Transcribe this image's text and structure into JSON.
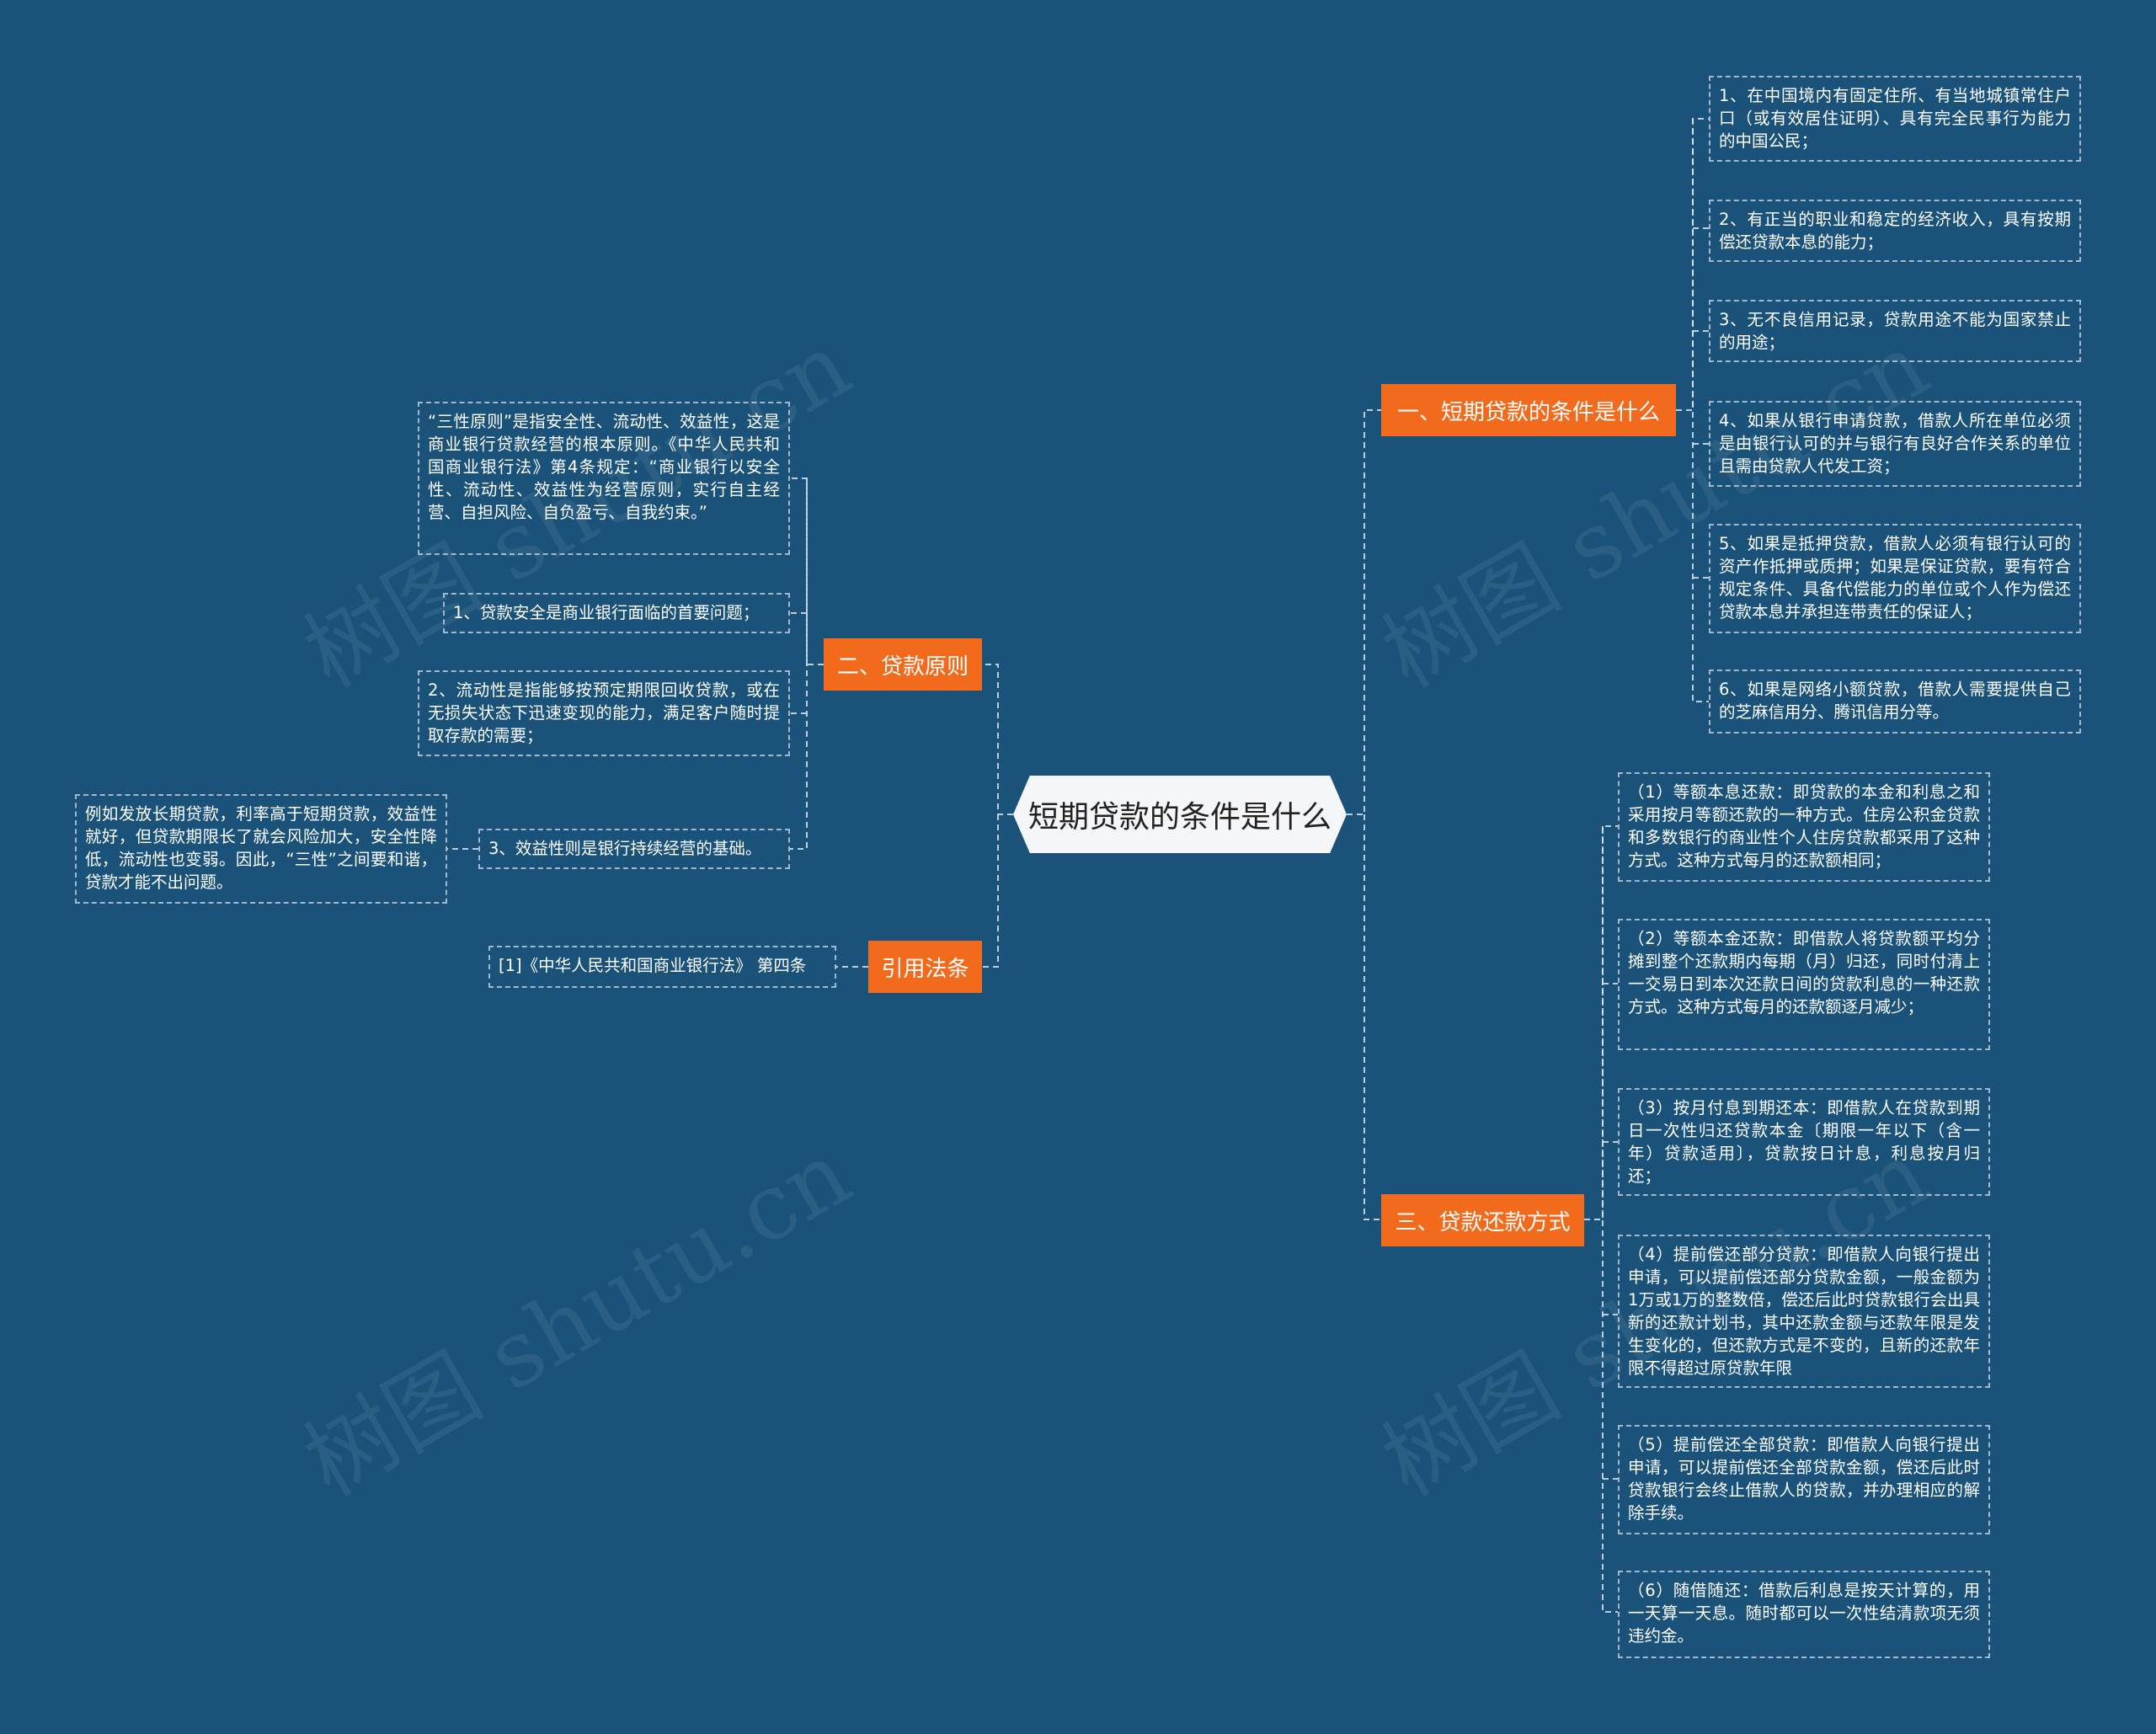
{
  "watermark": "树图 shutu.cn",
  "root": {
    "label": "短期贷款的条件是什么"
  },
  "branches": {
    "conditions": {
      "label": "一、短期贷款的条件是什么",
      "items": [
        "1、在中国境内有固定住所、有当地城镇常住户口（或有效居住证明）、具有完全民事行为能力的中国公民；",
        "2、有正当的职业和稳定的经济收入，具有按期偿还贷款本息的能力；",
        "3、无不良信用记录，贷款用途不能为国家禁止的用途；",
        "4、如果从银行申请贷款，借款人所在单位必须是由银行认可的并与银行有良好合作关系的单位且需由贷款人代发工资；",
        "5、如果是抵押贷款，借款人必须有银行认可的资产作抵押或质押；如果是保证贷款，要有符合规定条件、具备代偿能力的单位或个人作为偿还贷款本息并承担连带责任的保证人；",
        "6、如果是网络小额贷款，借款人需要提供自己的芝麻信用分、腾讯信用分等。"
      ]
    },
    "principles": {
      "label": "二、贷款原则",
      "items": [
        "“三性原则”是指安全性、流动性、效益性，这是商业银行贷款经营的根本原则。《中华人民共和国商业银行法》第4条规定：“商业银行以安全性、流动性、效益性为经营原则，实行自主经营、自担风险、自负盈亏、自我约束。”",
        "1、贷款安全是商业银行面临的首要问题；",
        "2、流动性是指能够按预定期限回收贷款，或在无损失状态下迅速变现的能力，满足客户随时提取存款的需要；",
        "3、效益性则是银行持续经营的基础。"
      ],
      "sub_note": "例如发放长期贷款，利率高于短期贷款，效益性就好，但贷款期限长了就会风险加大，安全性降低，流动性也变弱。因此，“三性”之间要和谐，贷款才能不出问题。"
    },
    "repayment": {
      "label": "三、贷款还款方式",
      "items": [
        "（1）等额本息还款：即贷款的本金和利息之和采用按月等额还款的一种方式。住房公积金贷款和多数银行的商业性个人住房贷款都采用了这种方式。这种方式每月的还款额相同；",
        "（2）等额本金还款：即借款人将贷款额平均分摊到整个还款期内每期（月）归还，同时付清上一交易日到本次还款日间的贷款利息的一种还款方式。这种方式每月的还款额逐月减少；",
        "（3）按月付息到期还本：即借款人在贷款到期日一次性归还贷款本金〔期限一年以下（含一年）贷款适用〕，贷款按日计息，利息按月归还；",
        "（4）提前偿还部分贷款：即借款人向银行提出申请，可以提前偿还部分贷款金额，一般金额为1万或1万的整数倍，偿还后此时贷款银行会出具新的还款计划书，其中还款金额与还款年限是发生变化的，但还款方式是不变的，且新的还款年限不得超过原贷款年限",
        "（5）提前偿还全部贷款：即借款人向银行提出申请，可以提前偿还全部贷款金额，偿还后此时贷款银行会终止借款人的贷款，并办理相应的解除手续。",
        "（6）随借随还：借款后利息是按天计算的，用一天算一天息。随时都可以一次性结清款项无须违约金。"
      ]
    },
    "citation": {
      "label": "引用法条",
      "items": [
        "[1]《中华人民共和国商业银行法》 第四条"
      ]
    }
  }
}
